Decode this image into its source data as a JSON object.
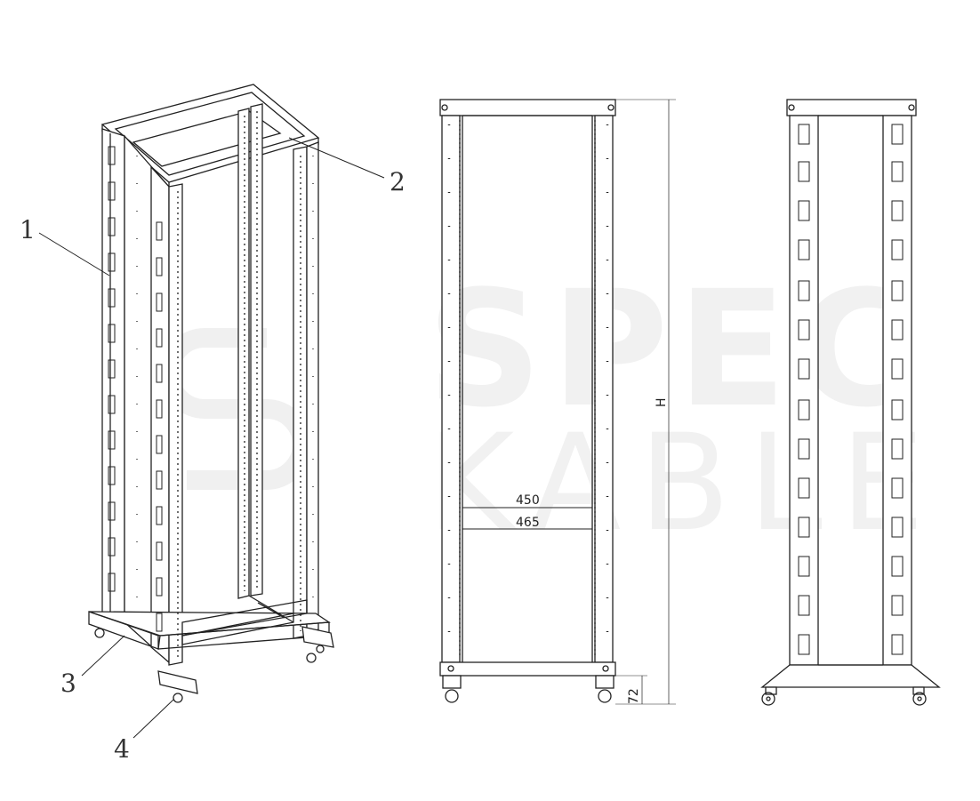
{
  "watermark": {
    "line1": "SPEC",
    "line2": "KABLE",
    "color": "#f0f0f0"
  },
  "callouts": {
    "c1": "1",
    "c2": "2",
    "c3": "3",
    "c4": "4"
  },
  "dimensions": {
    "inner_width": "450",
    "outer_width": "465",
    "height": "H",
    "base": "72"
  },
  "colors": {
    "line": "#222222",
    "background": "#ffffff"
  }
}
